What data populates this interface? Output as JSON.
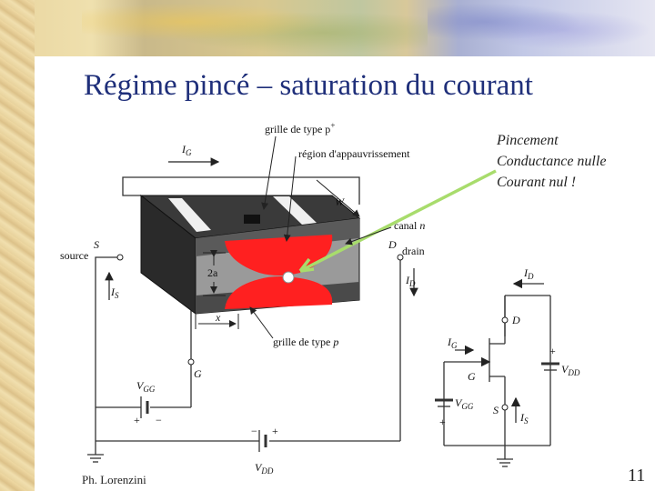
{
  "slide": {
    "title": "Régime pincé – saturation du courant",
    "author": "Ph. Lorenzini",
    "page_number": "11"
  },
  "note": {
    "line1": "Pincement",
    "line2": "Conductance nulle",
    "line3": "Courant nul !"
  },
  "diagram": {
    "grille_p_plus": "grille de type p",
    "grille_p_plus_sup": "+",
    "region": "région d'appauvrissement",
    "canal": "canal",
    "canal_n": "n",
    "drain": "drain",
    "source": "source",
    "grille_p": "grille de type",
    "grille_p_italic": "p",
    "S": "S",
    "D": "D",
    "G": "G",
    "IG": "I",
    "IG_sub": "G",
    "IS": "I",
    "IS_sub": "S",
    "ID": "I",
    "ID_sub": "D",
    "W": "W",
    "x": "x",
    "two_a": "2a",
    "VGG": "V",
    "VGG_sub": "GG",
    "VDD": "V",
    "VDD_sub": "DD",
    "plus": "+",
    "minus": "−"
  },
  "colors": {
    "title": "#1f2f7a",
    "depletion": "#ff2020",
    "arrow": "#a8dc6c",
    "block_dark": "#2a2a2a",
    "channel": "#9a9a9a"
  }
}
